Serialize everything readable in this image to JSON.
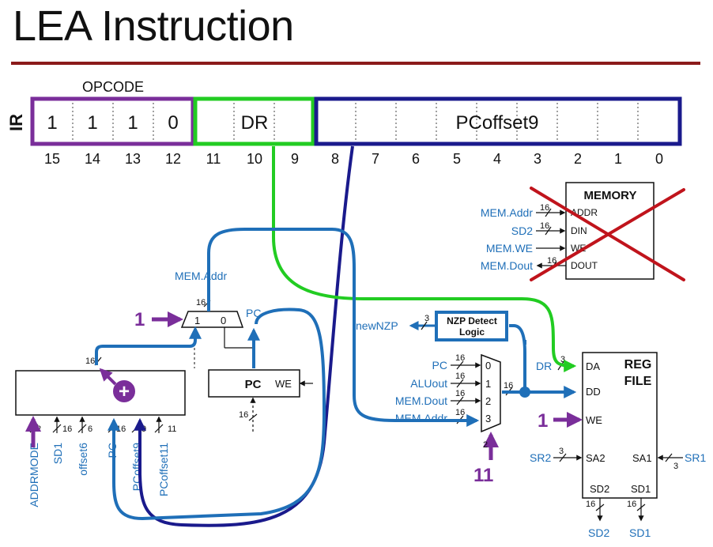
{
  "title": "LEA Instruction",
  "colors": {
    "rule": "#8b1a1a",
    "signal_blue": "#1f6fb8",
    "ir_dark_blue": "#1a1a8c",
    "dr_green": "#22cc22",
    "opcode_purple": "#7a2e9a",
    "cross_red": "#c0141c"
  },
  "ir": {
    "label": "IR",
    "opcode_caption": "OPCODE",
    "opcode_bits": [
      "1",
      "1",
      "1",
      "0"
    ],
    "dr_field": "DR",
    "pcoffset_field": "PCoffset9",
    "bit_indices": [
      "15",
      "14",
      "13",
      "12",
      "11",
      "10",
      "9",
      "8",
      "7",
      "6",
      "5",
      "4",
      "3",
      "2",
      "1",
      "0"
    ]
  },
  "memory": {
    "title": "MEMORY",
    "ports": [
      "ADDR",
      "DIN",
      "WE",
      "DOUT"
    ],
    "signals": [
      "MEM.Addr",
      "SD2",
      "MEM.WE",
      "MEM.Dout"
    ],
    "widths": [
      "16",
      "16",
      "16"
    ]
  },
  "addr_mux": {
    "output": "MEM.Addr",
    "out_width": "16",
    "in_labels": [
      "1",
      "0"
    ],
    "pc_label": "PC",
    "select_value": "1"
  },
  "pc_reg": {
    "label": "PC",
    "we": "WE",
    "in_width": "16"
  },
  "adder": {
    "symbol": "+",
    "out_width": "16",
    "inputs": [
      "ADDRMODE",
      "SD1",
      "offset6",
      "PC",
      "PCoffset9",
      "PCoffset11"
    ],
    "input_widths": [
      "2",
      "16",
      "6",
      "16",
      "9",
      "11"
    ]
  },
  "nzp": {
    "title_line1": "NZP Detect",
    "title_line2": "Logic",
    "output": "newNZP",
    "out_width": "3"
  },
  "wb_mux": {
    "inputs": [
      "PC",
      "ALUout",
      "MEM.Dout",
      "MEM.Addr"
    ],
    "indices": [
      "0",
      "1",
      "2",
      "3"
    ],
    "in_width": "16",
    "out_width": "16",
    "select_value": "11",
    "select_width": "2"
  },
  "regfile": {
    "title_line1": "REG",
    "title_line2": "FILE",
    "ports": [
      "DA",
      "DD",
      "WE",
      "SA2",
      "SA1",
      "SD2",
      "SD1"
    ],
    "dr_label": "DR",
    "dr_width": "3",
    "we_value": "1",
    "sr2_label": "SR2",
    "sr1_label": "SR1",
    "sr_width": "3",
    "out_width": "16",
    "outputs": [
      "SD2",
      "SD1"
    ]
  }
}
